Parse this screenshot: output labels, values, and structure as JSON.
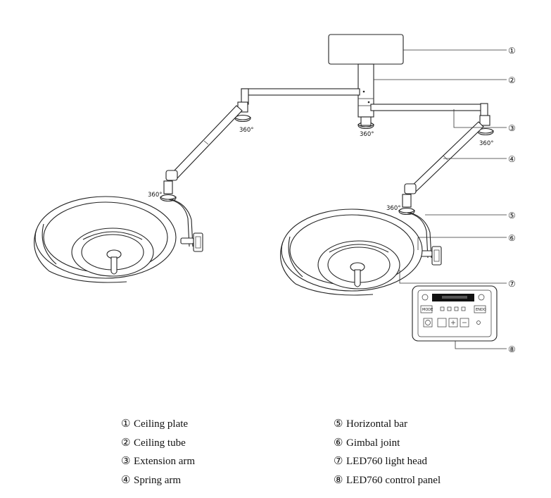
{
  "callouts": [
    "①",
    "②",
    "③",
    "④",
    "⑤",
    "⑥",
    "⑦",
    "⑧"
  ],
  "rotation_label": "360°",
  "panel": {
    "mode": "MODE",
    "endo": "ENDO"
  },
  "legend": [
    {
      "marker": "①",
      "text": "Ceiling plate"
    },
    {
      "marker": "②",
      "text": "Ceiling tube"
    },
    {
      "marker": "③",
      "text": "Extension arm"
    },
    {
      "marker": "④",
      "text": "Spring arm"
    },
    {
      "marker": "⑤",
      "text": "Horizontal bar"
    },
    {
      "marker": "⑥",
      "text": "Gimbal joint"
    },
    {
      "marker": "⑦",
      "text": "LED760 light head"
    },
    {
      "marker": "⑧",
      "text": "LED760 control panel"
    }
  ]
}
